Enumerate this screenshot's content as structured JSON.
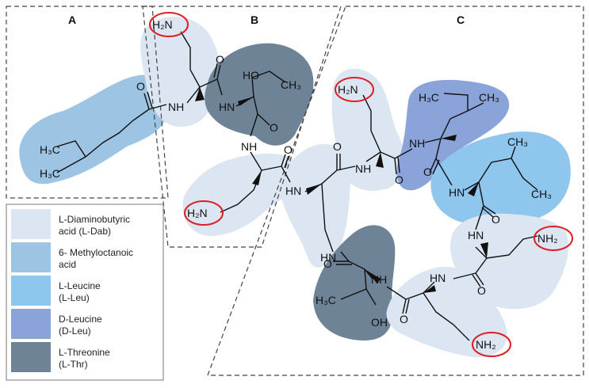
{
  "zones": {
    "a": "A",
    "b": "B",
    "c": "C"
  },
  "colors": {
    "dab": "#dbe6f2",
    "methyloctanoic": "#9ec4e4",
    "leu": "#8ec6ee",
    "dleu": "#8aa3d8",
    "thr": "#6f8397",
    "circle": "#dd1f26"
  },
  "atoms": {
    "amine_top": "H₂N",
    "amine_b_lower": "H₂N",
    "amine_c_top": "H₂N",
    "amine_right": "NH₂",
    "amine_bottom": "NH₂",
    "ho": "HO",
    "oh": "OH",
    "ch3": "CH₃",
    "h3c": "H₃C",
    "nh": "NH",
    "hn": "HN",
    "o": "O"
  },
  "legend": [
    {
      "line1": "L-Diaminobutyric",
      "line2": "acid (L-Dab)",
      "color": "#dbe6f2"
    },
    {
      "line1": "6- Methyloctanoic",
      "line2": "acid",
      "color": "#9ec4e4"
    },
    {
      "line1": "L-Leucine",
      "line2": "(L-Leu)",
      "color": "#8ec6ee"
    },
    {
      "line1": "D-Leucine",
      "line2": "(D-Leu)",
      "color": "#8aa3d8"
    },
    {
      "line1": "L-Threonine",
      "line2": "(L-Thr)",
      "color": "#6f8397"
    }
  ]
}
